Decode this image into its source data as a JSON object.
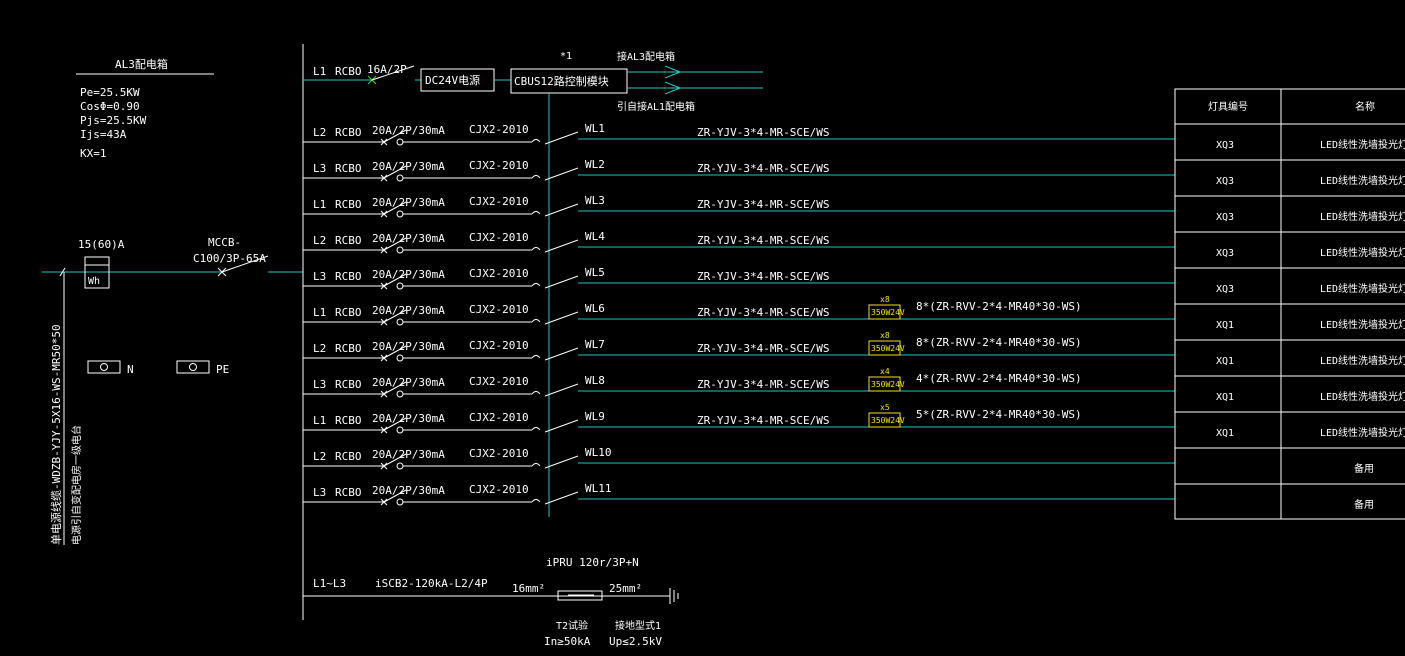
{
  "board": {
    "title": "AL3配电箱",
    "params": [
      "Pe=25.5KW",
      "CosΦ=0.90",
      "Pjs=25.5KW",
      "Ijs=43A",
      "KX=1"
    ]
  },
  "incoming": {
    "meter_rating": "15(60)A",
    "meter_label": "Wh",
    "breaker_line1": "MCCB-",
    "breaker_line2": "C100/3P-65A",
    "cable_line1": "单电源线缆-WDZB-YJY-5X16-WS-MR50*50",
    "cable_line2": "电源引自变配电房一级电台",
    "terminal_n": "N",
    "terminal_pe": "PE"
  },
  "control": {
    "phase": "L1",
    "breaker": "RCBO",
    "rating": "16A/2P",
    "power_box": "DC24V电源",
    "module_box": "CBUS12路控制模块",
    "mark": "*1",
    "to_label": "接AL3配电箱",
    "from_label": "引自接AL1配电箱"
  },
  "circuits": [
    {
      "phase": "L2",
      "breaker": "RCBO",
      "rating": "20A/2P/30mA",
      "contactor": "CJX2-2010",
      "id": "WL1",
      "cable": "ZR-YJV-3*4-MR-SCE/WS",
      "driver_mark": "",
      "driver": "",
      "branch": ""
    },
    {
      "phase": "L3",
      "breaker": "RCBO",
      "rating": "20A/2P/30mA",
      "contactor": "CJX2-2010",
      "id": "WL2",
      "cable": "ZR-YJV-3*4-MR-SCE/WS",
      "driver_mark": "",
      "driver": "",
      "branch": ""
    },
    {
      "phase": "L1",
      "breaker": "RCBO",
      "rating": "20A/2P/30mA",
      "contactor": "CJX2-2010",
      "id": "WL3",
      "cable": "ZR-YJV-3*4-MR-SCE/WS",
      "driver_mark": "",
      "driver": "",
      "branch": ""
    },
    {
      "phase": "L2",
      "breaker": "RCBO",
      "rating": "20A/2P/30mA",
      "contactor": "CJX2-2010",
      "id": "WL4",
      "cable": "ZR-YJV-3*4-MR-SCE/WS",
      "driver_mark": "",
      "driver": "",
      "branch": ""
    },
    {
      "phase": "L3",
      "breaker": "RCBO",
      "rating": "20A/2P/30mA",
      "contactor": "CJX2-2010",
      "id": "WL5",
      "cable": "ZR-YJV-3*4-MR-SCE/WS",
      "driver_mark": "",
      "driver": "",
      "branch": ""
    },
    {
      "phase": "L1",
      "breaker": "RCBO",
      "rating": "20A/2P/30mA",
      "contactor": "CJX2-2010",
      "id": "WL6",
      "cable": "ZR-YJV-3*4-MR-SCE/WS",
      "driver_mark": "x8",
      "driver": "350W24V",
      "branch": "8*(ZR-RVV-2*4-MR40*30-WS)"
    },
    {
      "phase": "L2",
      "breaker": "RCBO",
      "rating": "20A/2P/30mA",
      "contactor": "CJX2-2010",
      "id": "WL7",
      "cable": "ZR-YJV-3*4-MR-SCE/WS",
      "driver_mark": "x8",
      "driver": "350W24V",
      "branch": "8*(ZR-RVV-2*4-MR40*30-WS)"
    },
    {
      "phase": "L3",
      "breaker": "RCBO",
      "rating": "20A/2P/30mA",
      "contactor": "CJX2-2010",
      "id": "WL8",
      "cable": "ZR-YJV-3*4-MR-SCE/WS",
      "driver_mark": "x4",
      "driver": "350W24V",
      "branch": "4*(ZR-RVV-2*4-MR40*30-WS)"
    },
    {
      "phase": "L1",
      "breaker": "RCBO",
      "rating": "20A/2P/30mA",
      "contactor": "CJX2-2010",
      "id": "WL9",
      "cable": "ZR-YJV-3*4-MR-SCE/WS",
      "driver_mark": "x5",
      "driver": "350W24V",
      "branch": "5*(ZR-RVV-2*4-MR40*30-WS)"
    },
    {
      "phase": "L2",
      "breaker": "RCBO",
      "rating": "20A/2P/30mA",
      "contactor": "CJX2-2010",
      "id": "WL10",
      "cable": "",
      "driver_mark": "",
      "driver": "",
      "branch": ""
    },
    {
      "phase": "L3",
      "breaker": "RCBO",
      "rating": "20A/2P/30mA",
      "contactor": "CJX2-2010",
      "id": "WL11",
      "cable": "",
      "driver_mark": "",
      "driver": "",
      "branch": ""
    }
  ],
  "table": {
    "headers": [
      "灯具编号",
      "名称"
    ],
    "rows": [
      [
        "XQ3",
        "LED线性洗墙投光灯"
      ],
      [
        "XQ3",
        "LED线性洗墙投光灯"
      ],
      [
        "XQ3",
        "LED线性洗墙投光灯"
      ],
      [
        "XQ3",
        "LED线性洗墙投光灯"
      ],
      [
        "XQ3",
        "LED线性洗墙投光灯"
      ],
      [
        "XQ1",
        "LED线性洗墙投光灯"
      ],
      [
        "XQ1",
        "LED线性洗墙投光灯"
      ],
      [
        "XQ1",
        "LED线性洗墙投光灯"
      ],
      [
        "XQ1",
        "LED线性洗墙投光灯"
      ],
      [
        "",
        "备用"
      ],
      [
        "",
        "备用"
      ]
    ]
  },
  "spd": {
    "phase": "L1~L3",
    "breaker": "iSCB2-120kA-L2/4P",
    "device": "iPRU 120r/3P+N",
    "wire1": "16mm²",
    "wire2": "25mm²",
    "class_label": "T2试验",
    "current": "In≥50kA",
    "ground_label": "接地型式1",
    "voltage": "Up≤2.5kV"
  }
}
